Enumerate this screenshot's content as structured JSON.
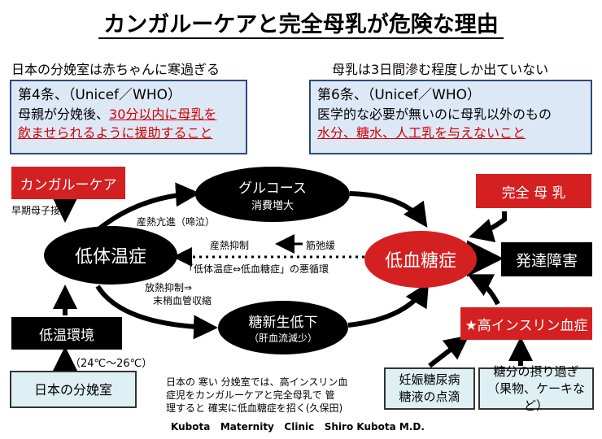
{
  "title": "カンガルーケアと完全母乳が危険な理由",
  "left_header": "日本の分娩室は赤ちゃんに寒過ぎる",
  "right_header": "母乳は3日間滲む程度しか出ていない",
  "article4": {
    "heading": "第4条、（Unicef／WHO）",
    "line1_plain": "母親が分娩後、",
    "line1_red": "30分以内に母乳を",
    "line2_red": "飲ませられるように援助すること"
  },
  "article6": {
    "heading": "第6条、（Unicef／WHO）",
    "line1": "医学的な必要が無いのに母乳以外のもの",
    "line2_red": "水分、糖水、人工乳を与えないこと"
  },
  "kangaroo_label": "カンガルーケア",
  "early_contact": "早期母子接触",
  "full_breastmilk_label": "完全 母 乳",
  "glucose_node": {
    "line1": "グルコース",
    "line2": "消費増大"
  },
  "hypothermia_node": "低体温症",
  "hypoglycemia_node": "低血糖症",
  "dev_disorder": "発達障害",
  "gluconeo_node": {
    "line1": "糖新生低下",
    "line2": "（肝血流減少）"
  },
  "heat_production": "産熱亢進（啼泣）",
  "heat_suppression": "産熱抑制",
  "muscle_relax": "筋弛緩",
  "vicious_cycle": "「低体温症⇔低血糖症」の悪循環",
  "heat_release": {
    "line1": "放熱抑制⇒",
    "line2": "末梢血管収縮"
  },
  "low_temp_env": "低温環境",
  "temp_range": "（24℃～26℃）",
  "japan_delivery_room": "日本の分娩室",
  "high_insulin_label": "★高インスリン血症",
  "gestational_diabetes": {
    "line1": "妊娠糖尿病",
    "line2": "糖液の点滴"
  },
  "sugar_excess": {
    "line1": "糖分の摂り過ぎ",
    "line2": "（果物、ケーキなど）"
  },
  "note": {
    "line1": "日本の 寒い 分娩室では、高インスリン血",
    "line2": "症児をカンガルーケアと完全母乳で 管",
    "line3": "理すると 確実に低血糖症を招く(久保田)"
  },
  "footer": "Kubota   Maternity   Clinic   Shiro Kubota M.D.",
  "colors": {
    "red": "#d42020",
    "blue_box": "#dde8f7",
    "light_box": "#dff0f4"
  }
}
